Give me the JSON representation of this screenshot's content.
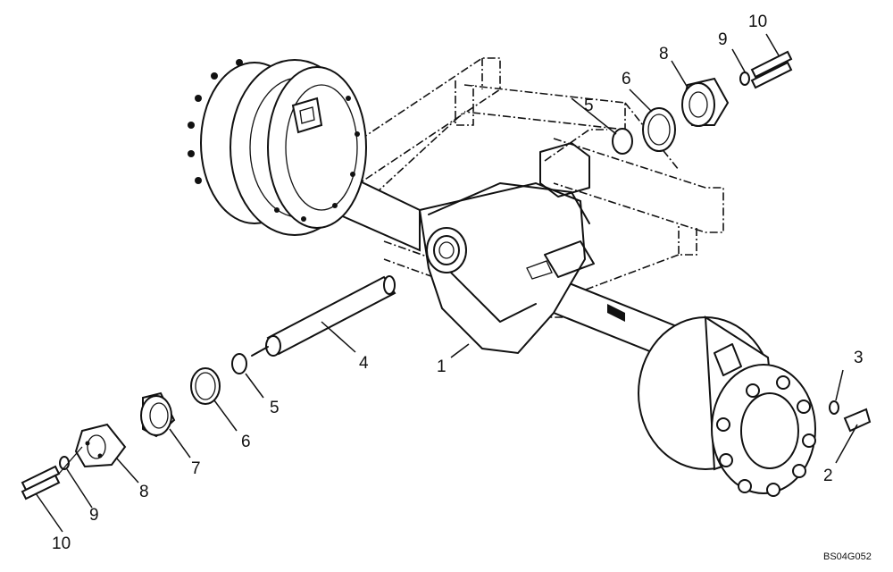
{
  "drawing_ref": "BS04G052",
  "callouts": {
    "c1": "1",
    "c2": "2",
    "c3": "3",
    "c4": "4",
    "c5a": "5",
    "c5b": "5",
    "c6a": "6",
    "c6b": "6",
    "c7": "7",
    "c8a": "8",
    "c8b": "8",
    "c9a": "9",
    "c9b": "9",
    "c10a": "10",
    "c10b": "10"
  }
}
